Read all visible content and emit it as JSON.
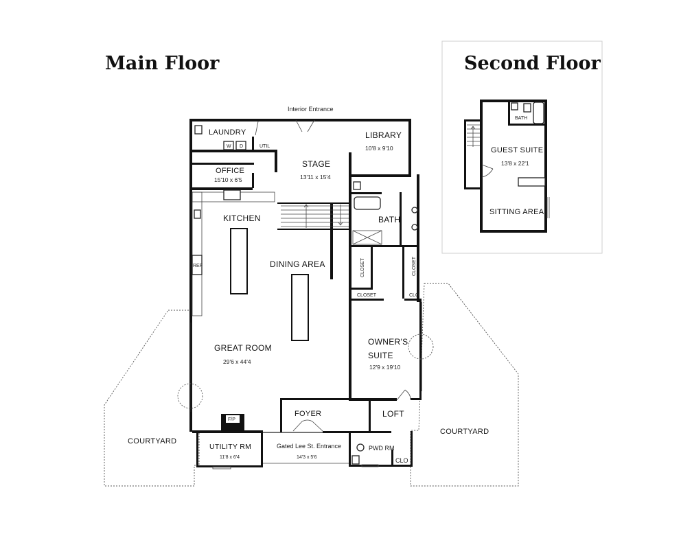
{
  "headings": {
    "main_floor": "Main Floor",
    "second_floor": "Second Floor"
  },
  "main_floor": {
    "interior_entrance": "Interior Entrance",
    "laundry": "LAUNDRY",
    "washer": "W",
    "dryer": "D",
    "util": "UTIL",
    "office": "OFFICE",
    "office_dim": "15'10 x 6'5",
    "stage": "STAGE",
    "stage_dim": "13'11 x 15'4",
    "library": "LIBRARY",
    "library_dim": "10'8 x 9'10",
    "kitchen": "KITCHEN",
    "ref": "REF",
    "dining_area": "DINING AREA",
    "bath": "BATH",
    "closet_1": "CLOSET",
    "closet_2": "CLOSET",
    "closet_3": "CLOSET",
    "clo_1": "CLO",
    "great_room": "GREAT ROOM",
    "great_room_dim": "29'6 x 44'4",
    "owners_suite_line1": "OWNER'S",
    "owners_suite_line2": "SUITE",
    "owners_suite_dim": "12'9 x 19'10",
    "loft": "LOFT",
    "foyer": "FOYER",
    "fireplace": "F/P",
    "courtyard_left": "COURTYARD",
    "courtyard_right": "COURTYARD",
    "utility_rm": "UTILITY RM",
    "utility_rm_dim": "11'8 x 6'4",
    "gated_entrance": "Gated Lee St. Entrance",
    "gated_entrance_dim": "14'3 x 5'6",
    "pwd_rm": "PWD RM",
    "clo_2": "CLO"
  },
  "second_floor": {
    "bath": "BATH",
    "guest_suite": "GUEST SUITE",
    "guest_suite_dim": "13'8 x 22'1",
    "sitting_area": "SITTING AREA"
  }
}
